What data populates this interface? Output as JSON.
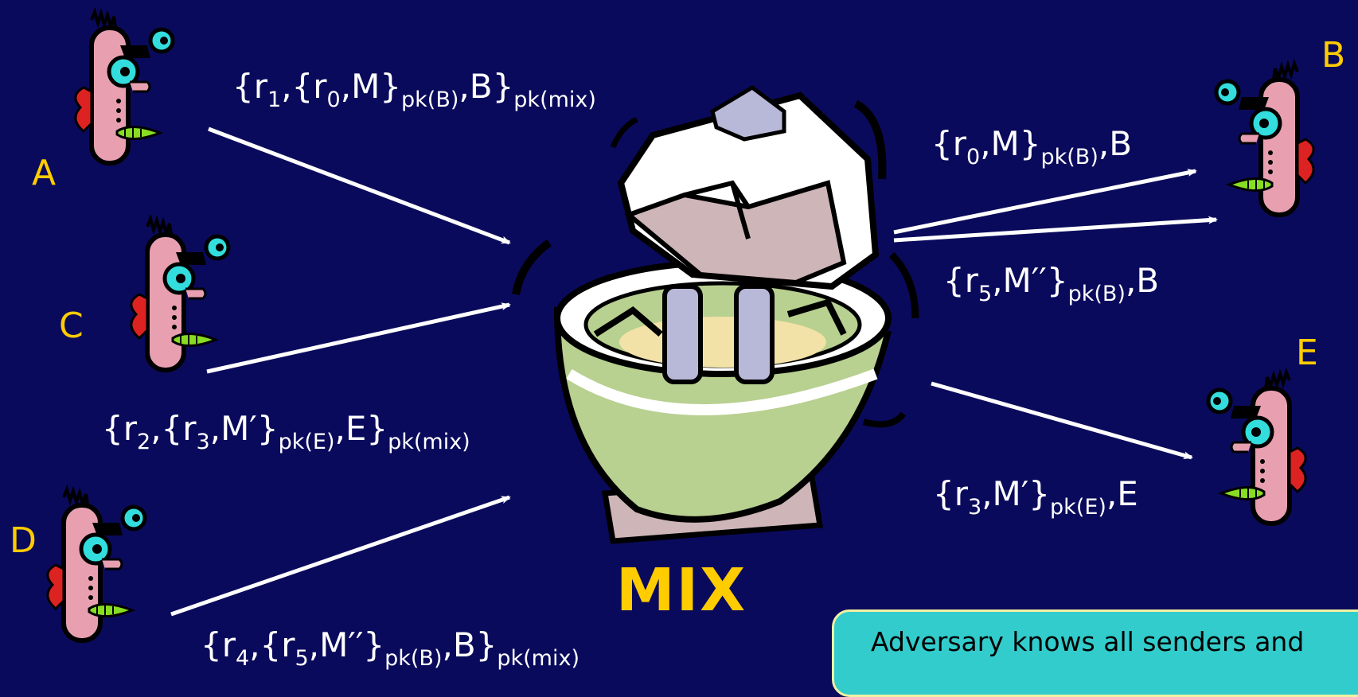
{
  "labels": {
    "A": "A",
    "B": "B",
    "C": "C",
    "D": "D",
    "E": "E"
  },
  "mix_label": "MIX",
  "messages": {
    "from_A": {
      "p1": "{r",
      "s1": "1",
      "p2": ",{r",
      "s2": "0",
      "p3": ",M}",
      "s3": "pk(B)",
      "p4": ",B}",
      "s4": "pk(mix)"
    },
    "from_C": {
      "p1": "{r",
      "s1": "2",
      "p2": ",{r",
      "s2": "3",
      "p3": ",M′}",
      "s3": "pk(E)",
      "p4": ",E}",
      "s4": "pk(mix)"
    },
    "from_D": {
      "p1": "{r",
      "s1": "4",
      "p2": ",{r",
      "s2": "5",
      "p3": ",M′′}",
      "s3": "pk(B)",
      "p4": ",B}",
      "s4": "pk(mix)"
    },
    "to_B_1": {
      "p1": "{r",
      "s1": "0",
      "p2": ",M}",
      "s2": "pk(B)",
      "p3": ",B"
    },
    "to_B_2": {
      "p1": "{r",
      "s1": "5",
      "p2": ",M′′}",
      "s2": "pk(B)",
      "p3": ",B"
    },
    "to_E": {
      "p1": "{r",
      "s1": "3",
      "p2": ",M′}",
      "s2": "pk(E)",
      "p3": ",E"
    }
  },
  "note": "Adversary knows all senders and",
  "colors": {
    "background": "#0a0a5c",
    "label": "#ffcc00",
    "arrow": "#ffffff",
    "note_box": "#33cccc"
  },
  "icons": [
    "person-icon",
    "mixer-icon"
  ]
}
